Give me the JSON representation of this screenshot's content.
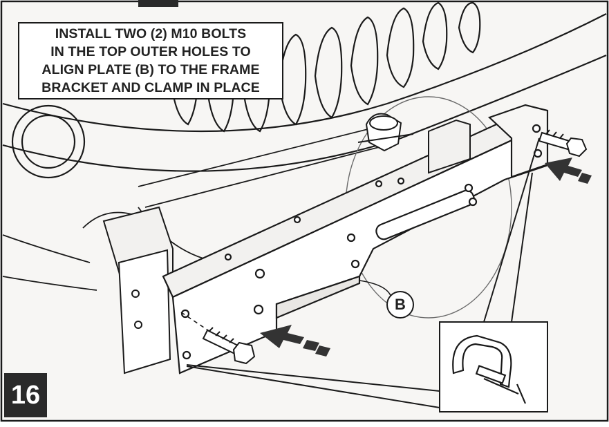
{
  "instruction": {
    "lines": [
      "INSTALL TWO (2) M10 BOLTS",
      "IN THE TOP OUTER HOLES TO",
      "ALIGN PLATE (B) TO THE FRAME",
      "BRACKET AND CLAMP IN PLACE"
    ]
  },
  "step_number": "16",
  "part_label": "B",
  "colors": {
    "line": "#1a1a1a",
    "badge": "#2a2a2a",
    "paper": "#ffffff",
    "shade": "#e9e7e4"
  },
  "icons": [
    "bolt-icon",
    "arrow-icon",
    "c-clamp-icon"
  ]
}
